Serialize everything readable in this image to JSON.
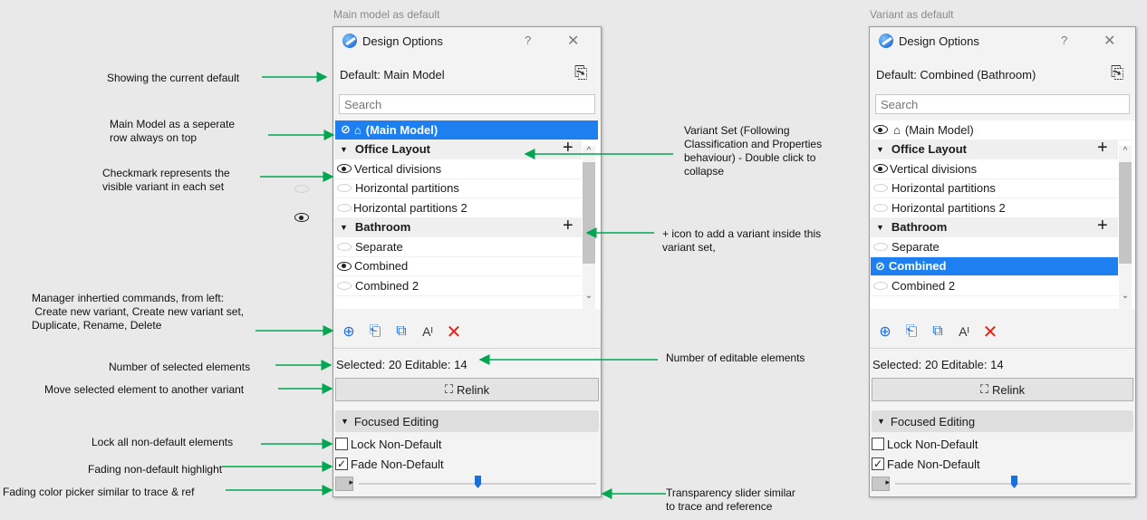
{
  "captions": {
    "left": "Main model as default",
    "right": "Variant as default"
  },
  "panel_left": {
    "title": "Design Options",
    "help": "?",
    "close": "✕",
    "default_label": "Default: Main Model",
    "search_placeholder": "Search",
    "main_model": "(Main Model)",
    "groups": [
      {
        "name": "Office Layout",
        "items": [
          "Vertical divisions",
          "Horizontal partitions",
          "Horizontal partitions 2"
        ]
      },
      {
        "name": "Bathroom",
        "items": [
          "Separate",
          "Combined",
          "Combined 2"
        ]
      }
    ],
    "stats": "Selected: 20  Editable: 14",
    "relink": "Relink",
    "focused_editing": "Focused Editing",
    "lock_label": "Lock Non-Default",
    "fade_label": "Fade Non-Default",
    "slider_value": 0.5
  },
  "panel_right": {
    "title": "Design Options",
    "help": "?",
    "close": "✕",
    "default_label": "Default: Combined (Bathroom)",
    "search_placeholder": "Search",
    "main_model": "(Main Model)",
    "groups": [
      {
        "name": "Office Layout",
        "items": [
          "Vertical divisions",
          "Horizontal partitions",
          "Horizontal partitions 2"
        ]
      },
      {
        "name": "Bathroom",
        "items": [
          "Separate",
          "Combined",
          "Combined 2"
        ]
      }
    ],
    "stats": "Selected: 20  Editable: 14",
    "relink": "Relink",
    "focused_editing": "Focused Editing",
    "lock_label": "Lock Non-Default",
    "fade_label": "Fade Non-Default",
    "slider_value": 0.5
  },
  "annotations": {
    "current_default": "Showing the current default",
    "main_model_row": "Main Model as a seperate\nrow always on top",
    "checkmark": "Checkmark represents the\nvisible variant in each set",
    "manager": "Manager inhertied commands, from left:\n Create new variant, Create new variant set,\nDuplicate, Rename, Delete",
    "selected": "Number of selected elements",
    "move": "Move selected element to another variant",
    "lock": "Lock all non-default elements",
    "fading": "Fading non-default highlight",
    "color_picker": "Fading color picker similar to trace & ref",
    "variant_set": "Variant Set (Following\nClassification and Properties\nbehaviour) - Double click to\ncollapse",
    "plus_icon": "+ icon to add a variant inside this\nvariant set,",
    "editable": "Number of editable elements",
    "transparency": "Transparency slider similar\nto trace and reference"
  },
  "colors": {
    "accent": "#1e7ff0",
    "arrow": "#00a651",
    "delete": "#e2231a"
  },
  "icons": [
    "app-icon",
    "default-settings-icon",
    "eye-icon",
    "edit-icon",
    "house-icon",
    "add-variant-icon",
    "new-set-icon",
    "duplicate-icon",
    "rename-icon",
    "delete-icon",
    "relink-icon"
  ]
}
